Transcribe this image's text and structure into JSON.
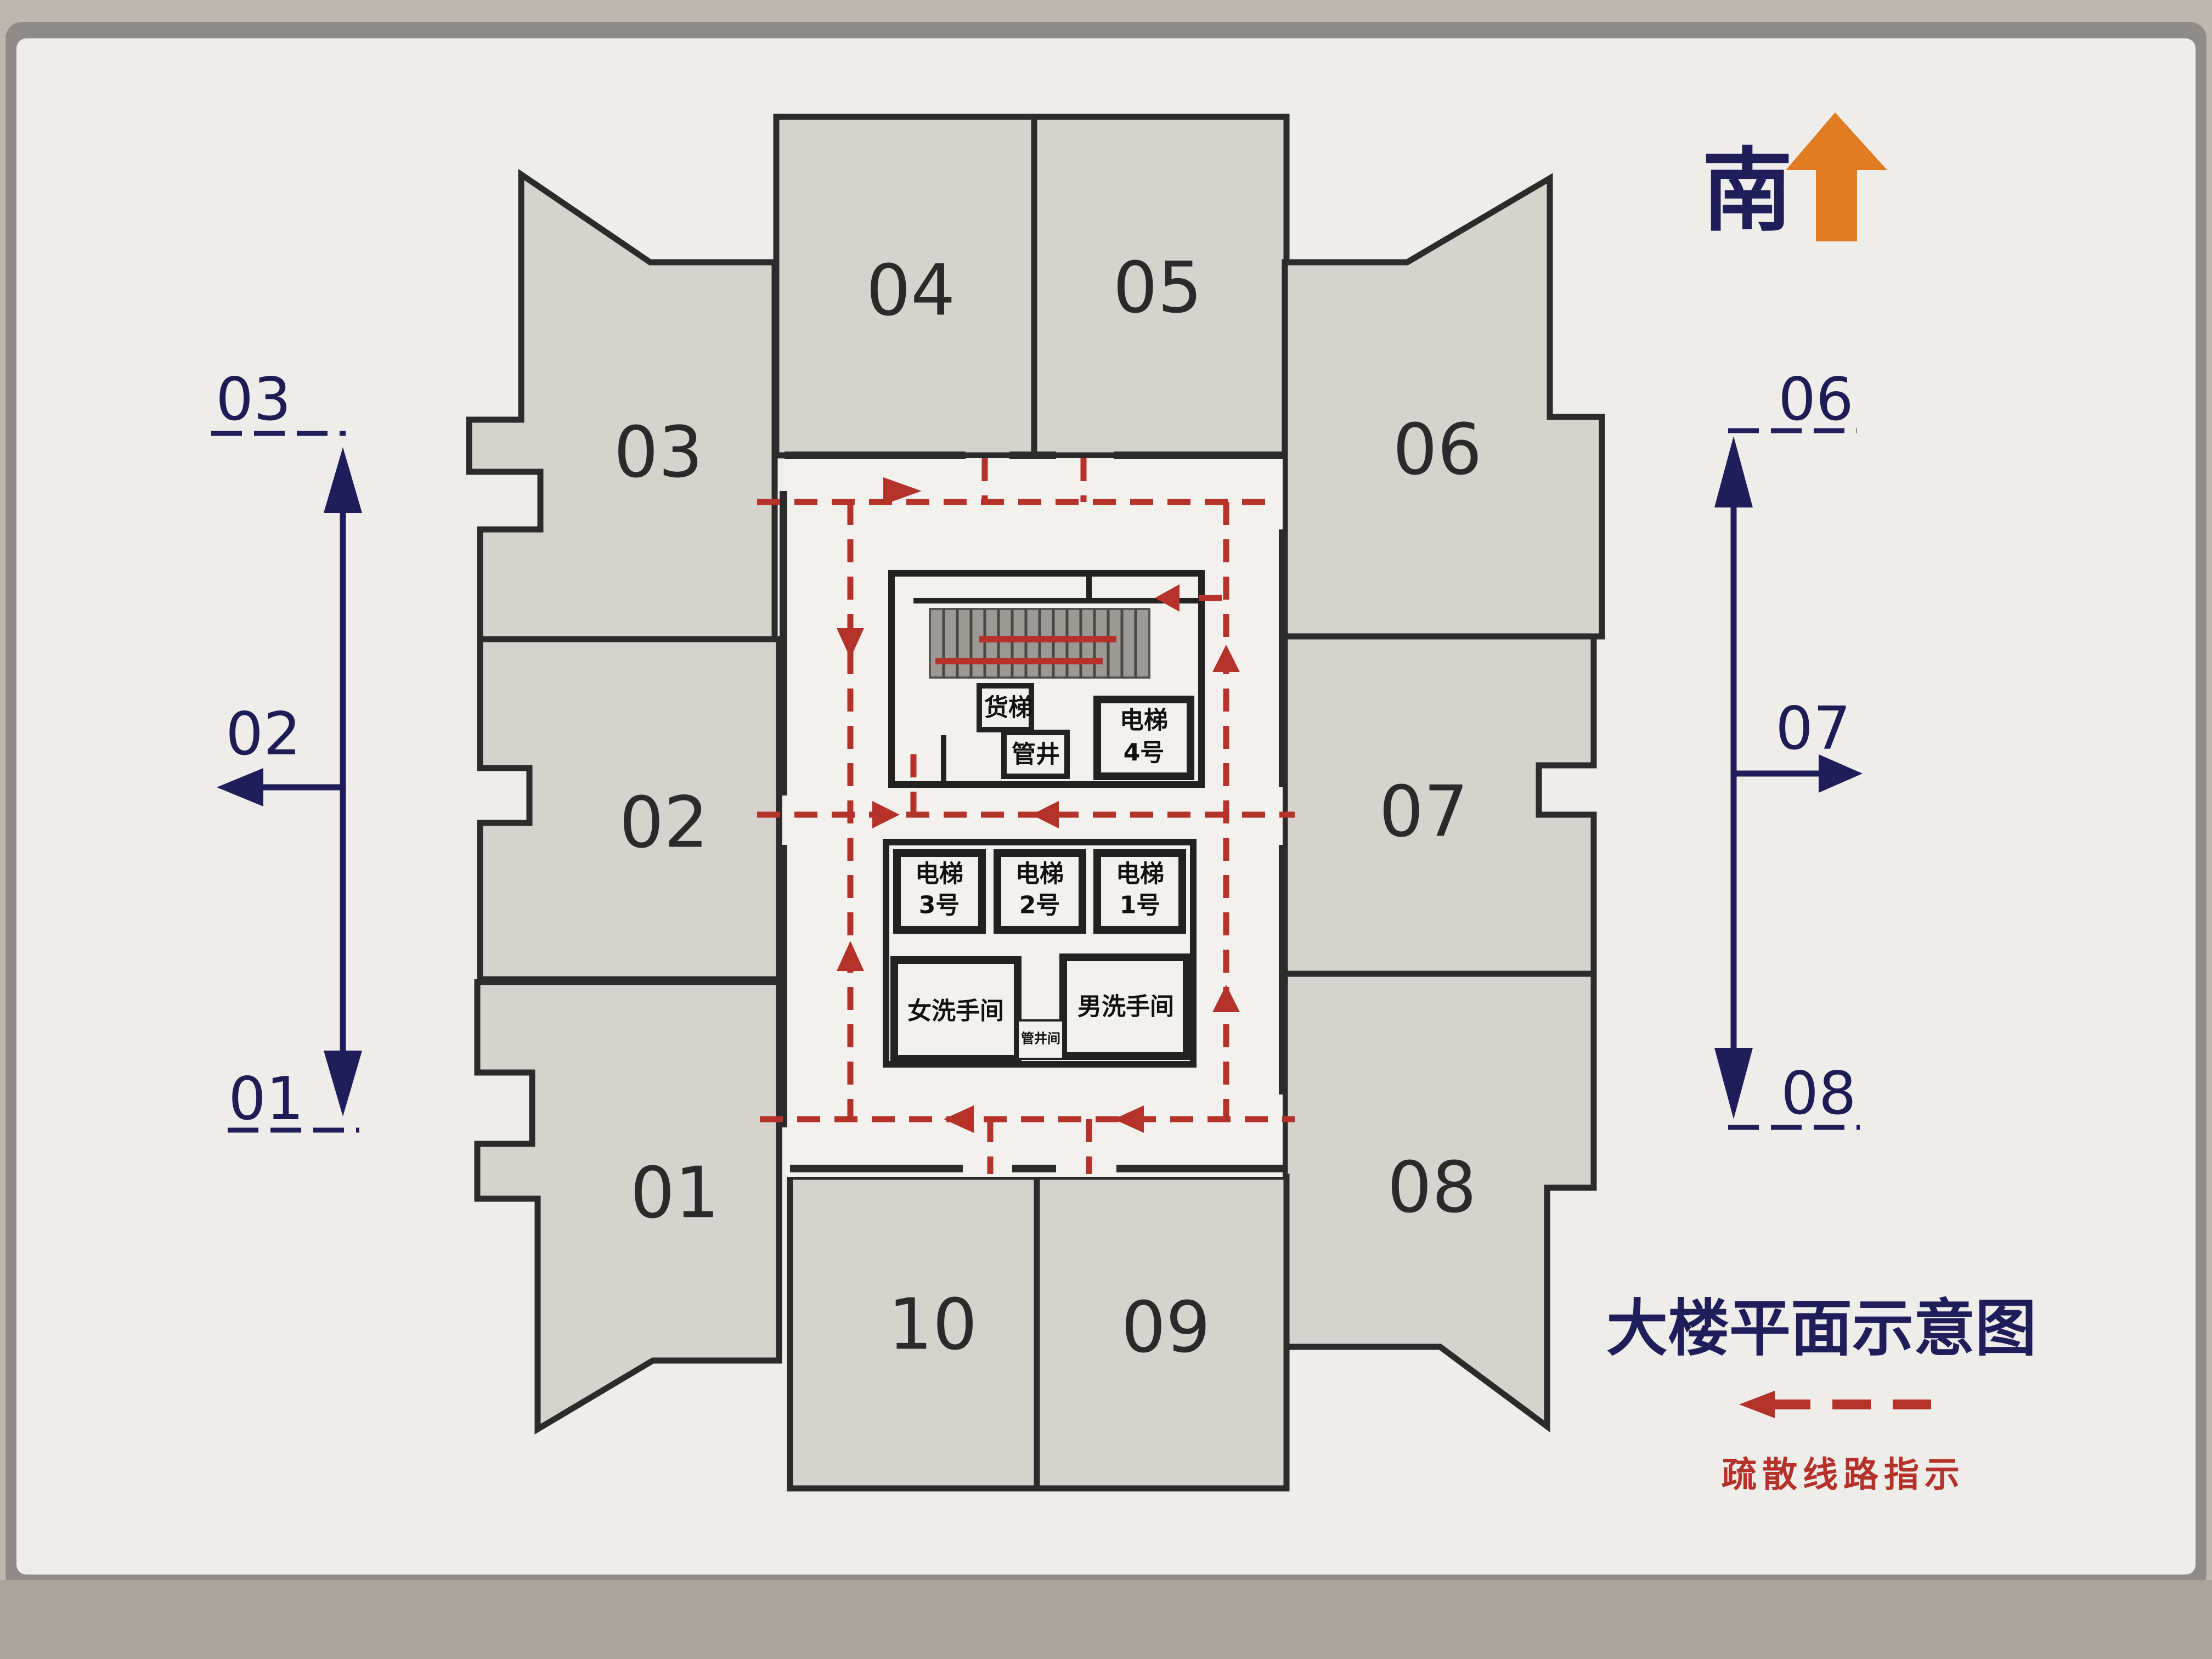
{
  "rooms": [
    "01",
    "02",
    "03",
    "04",
    "05",
    "06",
    "07",
    "08",
    "09",
    "10"
  ],
  "direction": {
    "label": "南",
    "arrow_color": "#e07b22"
  },
  "left_guide": {
    "top": "03",
    "middle": "02",
    "bottom": "01"
  },
  "right_guide": {
    "top": "06",
    "middle": "07",
    "bottom": "08"
  },
  "core": {
    "freight_elevator": "货梯",
    "pipe_shaft": "管井",
    "elevator_4": [
      "电梯",
      "4号"
    ],
    "elevator_3": [
      "电梯",
      "3号"
    ],
    "elevator_2": [
      "电梯",
      "2号"
    ],
    "elevator_1": [
      "电梯",
      "1号"
    ],
    "womens_restroom": "女洗手间",
    "mens_restroom": "男洗手间",
    "pipe_room": "管井间"
  },
  "title": "大楼平面示意图",
  "legend": "疏散线路指示",
  "colors": {
    "navy": "#1f1d5a",
    "evacuation_red": "#b5322a",
    "orange": "#e07b22",
    "room_fill": "#d6d2cd"
  }
}
